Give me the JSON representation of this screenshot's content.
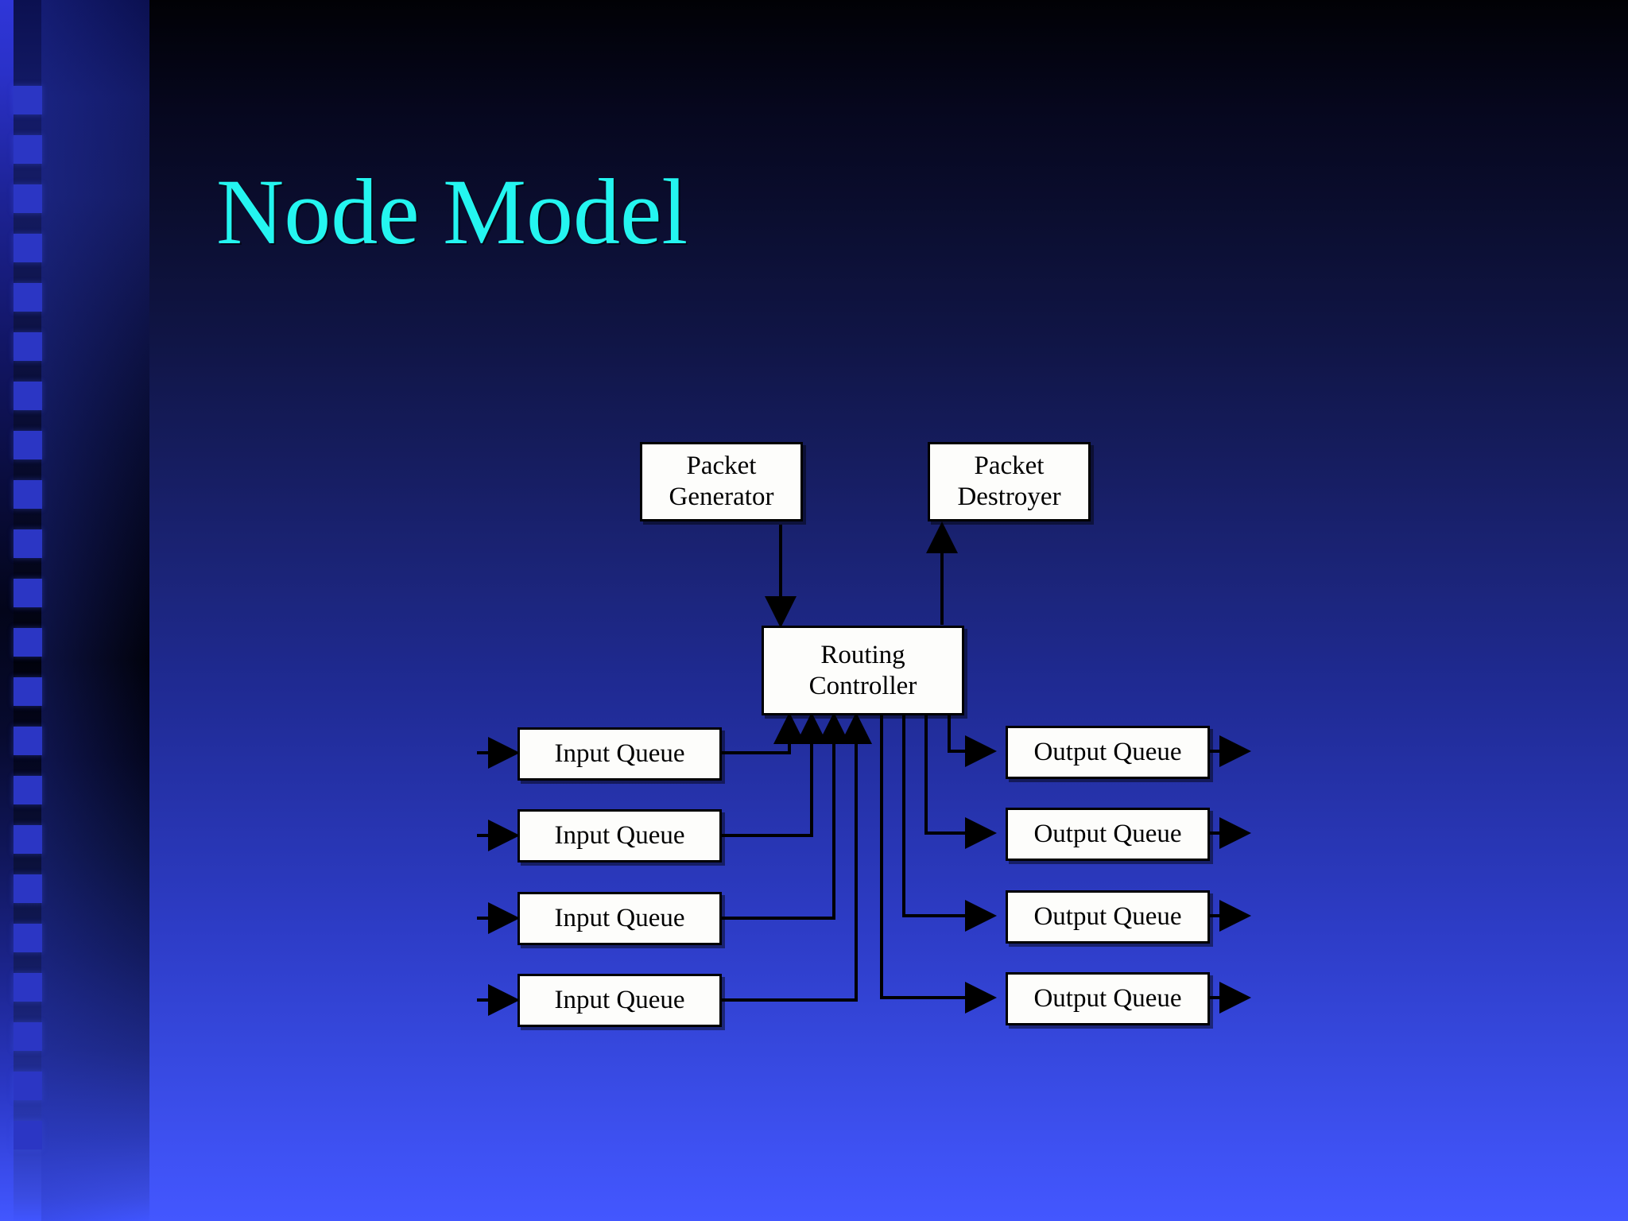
{
  "slide": {
    "title": "Node Model",
    "title_color": "#24f5f0",
    "background": {
      "top_color": "#010105",
      "bottom_color": "#4357ff"
    },
    "sidebar": {
      "square_color": "#2b36c4",
      "square_count": 22
    }
  },
  "diagram": {
    "type": "block-diagram",
    "node_fill": "#fdfdfb",
    "node_border": "#000000",
    "nodes": {
      "packet_generator": "Packet Generator",
      "packet_generator_line1": "Packet",
      "packet_generator_line2": "Generator",
      "packet_destroyer_line1": "Packet",
      "packet_destroyer_line2": "Destroyer",
      "routing_controller_line1": "Routing",
      "routing_controller_line2": "Controller"
    },
    "input_queues": [
      {
        "label": "Input Queue"
      },
      {
        "label": "Input Queue"
      },
      {
        "label": "Input Queue"
      },
      {
        "label": "Input Queue"
      }
    ],
    "output_queues": [
      {
        "label": "Output Queue"
      },
      {
        "label": "Output Queue"
      },
      {
        "label": "Output Queue"
      },
      {
        "label": "Output Queue"
      }
    ],
    "connections": [
      {
        "from": "Packet Generator",
        "to": "Routing Controller",
        "direction": "down"
      },
      {
        "from": "Routing Controller",
        "to": "Packet Destroyer",
        "direction": "up"
      },
      {
        "from": "Input Queue 1",
        "to": "Routing Controller",
        "direction": "up"
      },
      {
        "from": "Input Queue 2",
        "to": "Routing Controller",
        "direction": "up"
      },
      {
        "from": "Input Queue 3",
        "to": "Routing Controller",
        "direction": "up"
      },
      {
        "from": "Input Queue 4",
        "to": "Routing Controller",
        "direction": "up"
      },
      {
        "from": "Routing Controller",
        "to": "Output Queue 1",
        "direction": "right"
      },
      {
        "from": "Routing Controller",
        "to": "Output Queue 2",
        "direction": "right"
      },
      {
        "from": "Routing Controller",
        "to": "Output Queue 3",
        "direction": "right"
      },
      {
        "from": "Routing Controller",
        "to": "Output Queue 4",
        "direction": "right"
      },
      {
        "from": "external",
        "to": "Input Queue 1",
        "direction": "right"
      },
      {
        "from": "external",
        "to": "Input Queue 2",
        "direction": "right"
      },
      {
        "from": "external",
        "to": "Input Queue 3",
        "direction": "right"
      },
      {
        "from": "external",
        "to": "Input Queue 4",
        "direction": "right"
      },
      {
        "from": "Output Queue 1",
        "to": "external",
        "direction": "right"
      },
      {
        "from": "Output Queue 2",
        "to": "external",
        "direction": "right"
      },
      {
        "from": "Output Queue 3",
        "to": "external",
        "direction": "right"
      },
      {
        "from": "Output Queue 4",
        "to": "external",
        "direction": "right"
      }
    ]
  }
}
